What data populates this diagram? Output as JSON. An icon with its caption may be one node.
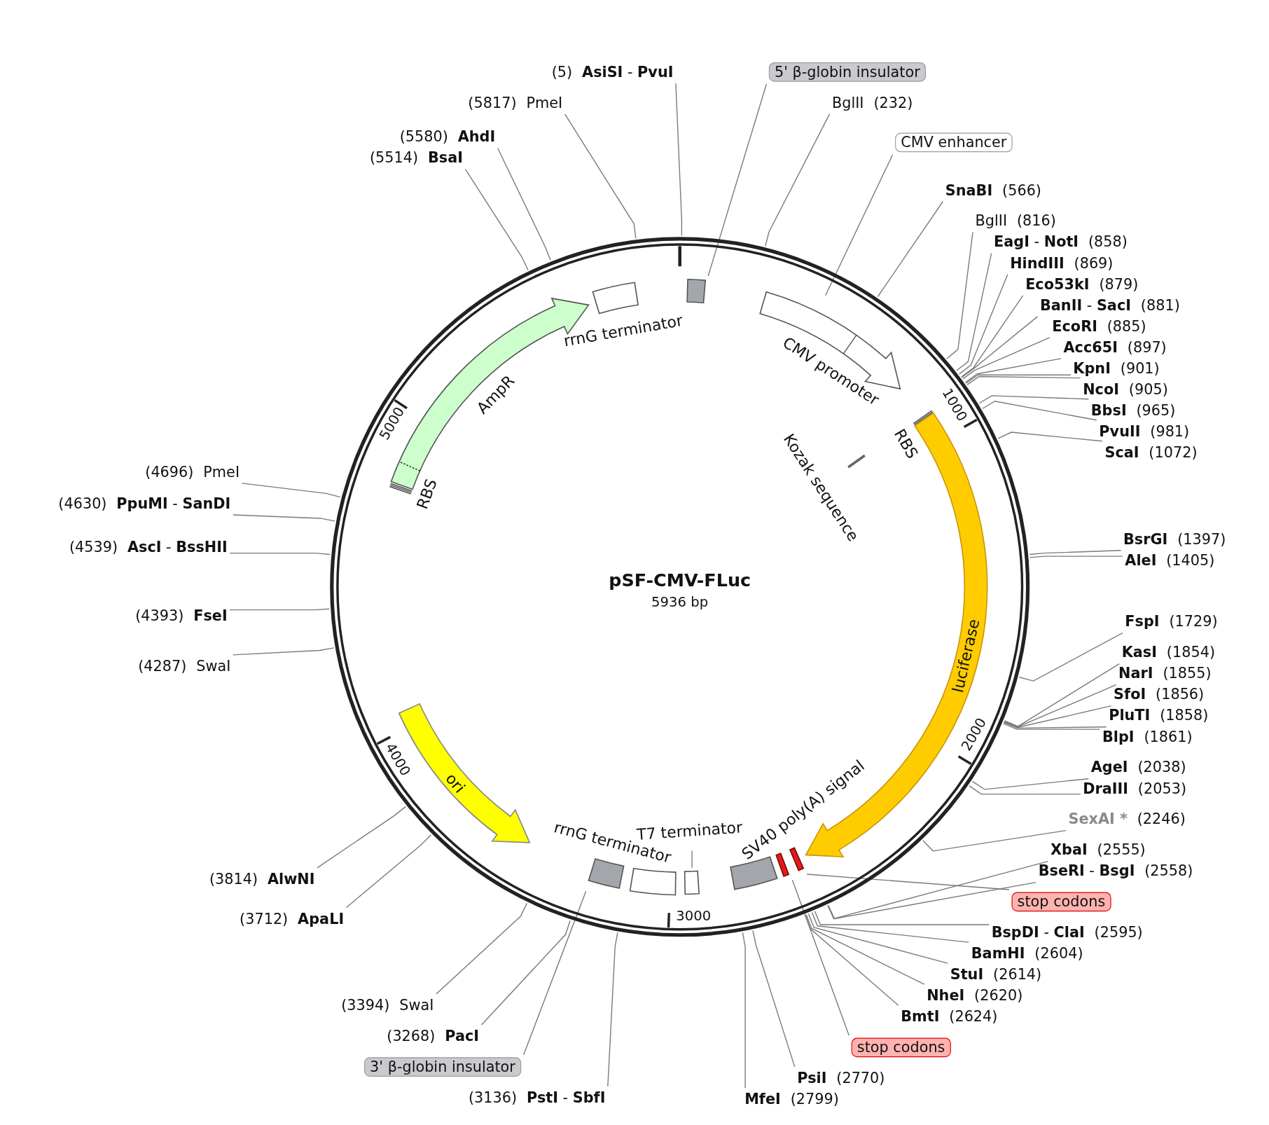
{
  "diagram": {
    "nodes": [
      {
        "text": [
          "pSF-CMV-FLuc",
          "5936 bp"
        ]
      },
      {
        "text": [
          "(5)",
          "**AsiSI** - **PvuI**"
        ]
      },
      {
        "text": [
          "5' β-globin insulator"
        ]
      },
      {
        "text": [
          "(5817)",
          "PmeI"
        ]
      },
      {
        "text": [
          "BglII",
          "(232)"
        ]
      },
      {
        "text": [
          "(5580)",
          "AhdI"
        ]
      },
      {
        "text": [
          "CMV enhancer"
        ]
      },
      {
        "text": [
          "(5514)",
          "BsaI"
        ]
      },
      {
        "text": [
          "SnaBI",
          "(566)"
        ]
      },
      {
        "text": [
          "BglII",
          "(816)"
        ]
      },
      {
        "text": [
          "**EagI** - **NotI**",
          "(858)"
        ]
      },
      {
        "text": [
          "HindIII",
          "(869)"
        ]
      },
      {
        "text": [
          "Eco53kI",
          "(879)"
        ]
      },
      {
        "text": [
          "**BanII** - **SacI**",
          "(881)"
        ]
      },
      {
        "text": [
          "EcoRI",
          "(885)"
        ]
      },
      {
        "text": [
          "Acc65I",
          "(897)"
        ]
      },
      {
        "text": [
          "KpnI",
          "(901)"
        ]
      },
      {
        "text": [
          "NcoI",
          "(905)"
        ]
      },
      {
        "text": [
          "BbsI",
          "(965)"
        ]
      },
      {
        "text": [
          "PvuII",
          "(981)"
        ]
      },
      {
        "text": [
          "ScaI",
          "(1072)"
        ]
      },
      {
        "text": [
          "(4696)",
          "PmeI"
        ]
      },
      {
        "text": [
          "(4630)",
          "**PpuMI** - **SanDI**"
        ]
      },
      {
        "text": [
          "BsrGI",
          "(1397)"
        ]
      },
      {
        "text": [
          "(4539)",
          "**AscI** - **BssHII**"
        ]
      },
      {
        "text": [
          "AleI",
          "(1405)"
        ]
      },
      {
        "text": [
          "(4393)",
          "FseI"
        ]
      },
      {
        "text": [
          "FspI",
          "(1729)"
        ]
      },
      {
        "text": [
          "(4287)",
          "SwaI"
        ]
      },
      {
        "text": [
          "KasI",
          "(1854)"
        ]
      },
      {
        "text": [
          "NarI",
          "(1855)"
        ]
      },
      {
        "text": [
          "SfoI",
          "(1856)"
        ]
      },
      {
        "text": [
          "PluTI",
          "(1858)"
        ]
      },
      {
        "text": [
          "BlpI",
          "(1861)"
        ]
      },
      {
        "text": [
          "AgeI",
          "(2038)"
        ]
      },
      {
        "text": [
          "DraIII",
          "(2053)"
        ]
      },
      {
        "text": [
          "SexAI *",
          "(2246)"
        ]
      },
      {
        "text": [
          "XbaI",
          "(2555)"
        ]
      },
      {
        "text": [
          "**BseRI** - **BsgI**",
          "(2558)"
        ]
      },
      {
        "text": [
          "(3814)",
          "AlwNI"
        ]
      },
      {
        "text": [
          "stop codons"
        ]
      },
      {
        "text": [
          "(3712)",
          "ApaLI"
        ]
      },
      {
        "text": [
          "**BspDI** - **ClaI**",
          "(2595)"
        ]
      },
      {
        "text": [
          "BamHI",
          "(2604)"
        ]
      },
      {
        "text": [
          "StuI",
          "(2614)"
        ]
      },
      {
        "text": [
          "NheI",
          "(2620)"
        ]
      },
      {
        "text": [
          "BmtI",
          "(2624)"
        ]
      },
      {
        "text": [
          "(3394)",
          "SwaI"
        ]
      },
      {
        "text": [
          "(3268)",
          "PacI"
        ]
      },
      {
        "text": [
          "stop codons"
        ]
      },
      {
        "text": [
          "3' β-globin insulator"
        ]
      },
      {
        "text": [
          "PsiI",
          "(2770)"
        ]
      },
      {
        "text": [
          "(3136)",
          "**PstI** - **SbfI**"
        ]
      },
      {
        "text": [
          "MfeI",
          "(2799)"
        ]
      },
      {
        "text": [],
        "shape": "box",
        "in": 0
      },
      {
        "text": [
          "rrnG terminator"
        ],
        "in": 0
      },
      {
        "text": [
          "AmpR"
        ],
        "in": 0
      },
      {
        "text": [
          "RBS"
        ],
        "in": 0
      },
      {
        "text": [
          "CMV promoter"
        ],
        "in": 0
      },
      {
        "text": [
          "RBS"
        ],
        "in": 0
      },
      {
        "text": [
          "Kozak sequence"
        ],
        "in": 0
      },
      {
        "text": [
          "luciferase"
        ],
        "in": 0
      },
      {
        "text": [
          "ori"
        ],
        "in": 0
      },
      {
        "text": [
          "T7 terminator"
        ],
        "in": 0
      },
      {
        "text": [],
        "shape": "box",
        "in": 0
      },
      {
        "text": [
          "rrnG terminator"
        ],
        "in": 0
      },
      {
        "text": [
          "SV40 poly(A) signal"
        ],
        "in": 0
      },
      {
        "text": [],
        "shape": "bar",
        "in": 0
      },
      {
        "text": [],
        "shape": "bar",
        "in": 0
      },
      {
        "text": [],
        "shape": "box",
        "in": 0
      }
    ],
    "edges": [
      {
        "from": 1,
        "to": 0,
        "arrow": "none"
      },
      {
        "from": 2,
        "to": 54,
        "arrow": "none"
      },
      {
        "from": 3,
        "to": 0,
        "arrow": "none"
      },
      {
        "from": 4,
        "to": 0,
        "arrow": "none"
      },
      {
        "from": 5,
        "to": 0,
        "arrow": "none"
      },
      {
        "from": 6,
        "to": 58,
        "arrow": "none"
      },
      {
        "from": 7,
        "to": 0,
        "arrow": "none"
      },
      {
        "from": 8,
        "to": 0,
        "arrow": "none"
      },
      {
        "from": 9,
        "to": 0,
        "arrow": "none"
      },
      {
        "from": 10,
        "to": 0,
        "arrow": "none"
      },
      {
        "from": 11,
        "to": 0,
        "arrow": "none"
      },
      {
        "from": 12,
        "to": 0,
        "arrow": "none"
      },
      {
        "from": 13,
        "to": 0,
        "arrow": "none"
      },
      {
        "from": 14,
        "to": 0,
        "arrow": "none"
      },
      {
        "from": 15,
        "to": 0,
        "arrow": "none"
      },
      {
        "from": 16,
        "to": 0,
        "arrow": "none"
      },
      {
        "from": 17,
        "to": 0,
        "arrow": "none"
      },
      {
        "from": 18,
        "to": 0,
        "arrow": "none"
      },
      {
        "from": 19,
        "to": 0,
        "arrow": "none"
      },
      {
        "from": 20,
        "to": 0,
        "arrow": "none"
      },
      {
        "from": 21,
        "to": 0,
        "arrow": "none"
      },
      {
        "from": 22,
        "to": 0,
        "arrow": "none"
      },
      {
        "from": 23,
        "to": 0,
        "arrow": "none"
      },
      {
        "from": 24,
        "to": 0,
        "arrow": "none"
      },
      {
        "from": 25,
        "to": 0,
        "arrow": "none"
      },
      {
        "from": 26,
        "to": 0,
        "arrow": "none"
      },
      {
        "from": 27,
        "to": 0,
        "arrow": "none"
      },
      {
        "from": 28,
        "to": 0,
        "arrow": "none"
      },
      {
        "from": 29,
        "to": 0,
        "arrow": "none"
      },
      {
        "from": 30,
        "to": 0,
        "arrow": "none"
      },
      {
        "from": 31,
        "to": 0,
        "arrow": "none"
      },
      {
        "from": 32,
        "to": 0,
        "arrow": "none"
      },
      {
        "from": 33,
        "to": 0,
        "arrow": "none"
      },
      {
        "from": 34,
        "to": 0,
        "arrow": "none"
      },
      {
        "from": 35,
        "to": 0,
        "arrow": "none"
      },
      {
        "from": 36,
        "to": 0,
        "arrow": "none"
      },
      {
        "from": 37,
        "to": 0,
        "arrow": "none"
      },
      {
        "from": 38,
        "to": 0,
        "arrow": "none"
      },
      {
        "from": 39,
        "to": 0,
        "arrow": "none"
      },
      {
        "from": 40,
        "to": 68,
        "arrow": "none"
      },
      {
        "from": 41,
        "to": 0,
        "arrow": "none"
      },
      {
        "from": 42,
        "to": 0,
        "arrow": "none"
      },
      {
        "from": 43,
        "to": 0,
        "arrow": "none"
      },
      {
        "from": 44,
        "to": 0,
        "arrow": "none"
      },
      {
        "from": 45,
        "to": 0,
        "arrow": "none"
      },
      {
        "from": 46,
        "to": 0,
        "arrow": "none"
      },
      {
        "from": 47,
        "to": 0,
        "arrow": "none"
      },
      {
        "from": 48,
        "to": 0,
        "arrow": "none"
      },
      {
        "from": 49,
        "to": 67,
        "arrow": "none"
      },
      {
        "from": 50,
        "to": 69,
        "arrow": "none"
      },
      {
        "from": 51,
        "to": 0,
        "arrow": "none"
      },
      {
        "from": 52,
        "to": 0,
        "arrow": "none"
      },
      {
        "from": 53,
        "to": 0,
        "arrow": "none"
      },
      {
        "from": 63,
        "to": 64,
        "arrow": "none"
      }
    ],
    "labels": [
      "1000",
      "2000",
      "3000",
      "4000",
      "5000"
    ]
  }
}
